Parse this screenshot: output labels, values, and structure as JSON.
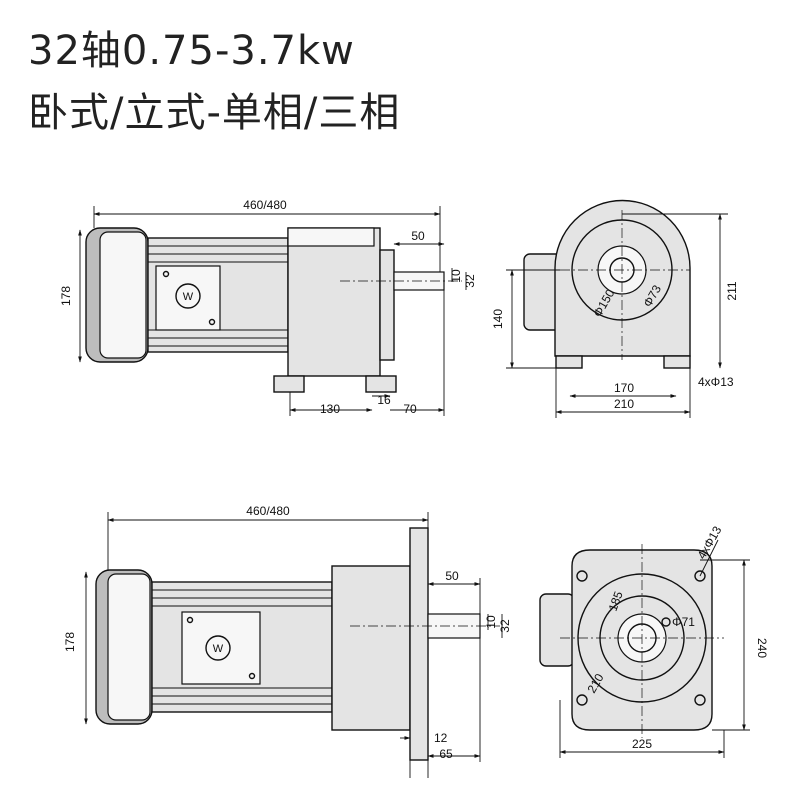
{
  "title_line1": "32轴0.75-3.7kw",
  "title_line2": "卧式/立式-单相/三相",
  "horizontal": {
    "side": {
      "total_length": "460/480",
      "height": "178",
      "shaft_length": "50",
      "key_width": "10",
      "shaft_dia": "32",
      "base_length": "130",
      "foot_offset": "16",
      "shaft_offset": "70",
      "nameplate": "W"
    },
    "end": {
      "height_total": "211",
      "shaft_height": "140",
      "dia_150": "Φ150",
      "dia_73": "Φ73",
      "hole_span": "170",
      "base_width": "210",
      "holes": "4xΦ13"
    }
  },
  "vertical": {
    "side": {
      "total_length": "460/480",
      "height": "178",
      "shaft_length": "50",
      "key_width": "10",
      "shaft_dia": "32",
      "flange_thickness": "12",
      "shaft_offset": "65",
      "nameplate": "W"
    },
    "end": {
      "holes": "4xΦ13",
      "pcd": "185",
      "dia_71": "Φ71",
      "dia_210": "210",
      "width": "225",
      "height": "240"
    }
  }
}
